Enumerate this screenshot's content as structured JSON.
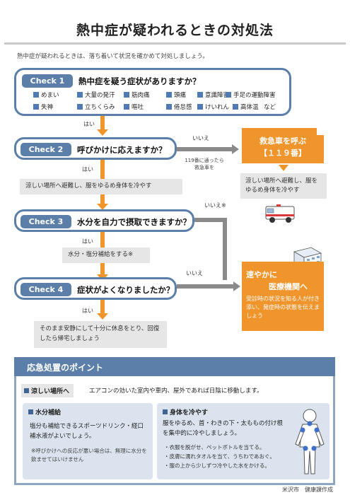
{
  "title": "熱中症が疑われるときの対処法",
  "intro": "熱中症が疑われるときは、落ち着いて状況を確かめて対処しましょう。",
  "check1": {
    "badge": "Check 1",
    "question": "熱中症を疑う症状がありますか？",
    "symptoms": [
      "めまい",
      "大量の発汗",
      "筋肉痛",
      "頭痛",
      "意識障害",
      "手足の運動障害",
      "失神",
      "立ちくらみ",
      "嘔吐",
      "倦怠感",
      "けいれん",
      "高体温",
      "など"
    ]
  },
  "check2": {
    "badge": "Check 2",
    "question": "呼びかけに応えますか？"
  },
  "check3": {
    "badge": "Check 3",
    "question": "水分を自力で摂取できますか？"
  },
  "check4": {
    "badge": "Check 4",
    "question": "症状がよくなりましたか？"
  },
  "yes_label": "はい",
  "no_label": "いいえ",
  "no_label_note": "いいえ※",
  "note_call": "119番に通ったら救急車を",
  "action_cool": "涼しい場所へ避難し、服をゆるめ身体を冷やす",
  "action_water": "水分・塩分補給をする※",
  "action_rest": "そのまま安静にして十分に休息をとり、回復したら帰宅しましょう",
  "ambulance": {
    "title": "救急車を呼ぶ",
    "number": "【１１９番】"
  },
  "ambulance_action": "涼しい場所へ避難し、服をゆるめ身体を冷やす",
  "hospital": {
    "title_line1": "速やかに",
    "title_line2": "医療機関へ",
    "note": "受診時の状況を知る人が付き添い、発症時の状態を伝えましょう"
  },
  "first_aid": {
    "title": "応急処置のポイント",
    "cool_place": {
      "label": "涼しい場所へ",
      "text": "エアコンの効いた室内や車内、屋外であれば日陰に移動します。"
    },
    "water": {
      "label": "水分補給",
      "text": "塩分も補給できるスポーツドリンク・経口補水液がよいでしょう。",
      "note": "※呼びかけへの反応が悪い場合は、無理に水分を飲ませてはいけません"
    },
    "cool_body": {
      "label": "身体を冷やす",
      "text": "服をゆるめ、首・わきの下・太ももの付け根を集中的に冷やしましょう。",
      "items": [
        "衣服を脱がせ、ペットボトルを当てる。",
        "皮膚に濡れタオルを当て、うちわであおぐ。",
        "服の上から少しずつ冷やした水をかける。"
      ]
    }
  },
  "footer": "米沢市　健康課作成"
}
